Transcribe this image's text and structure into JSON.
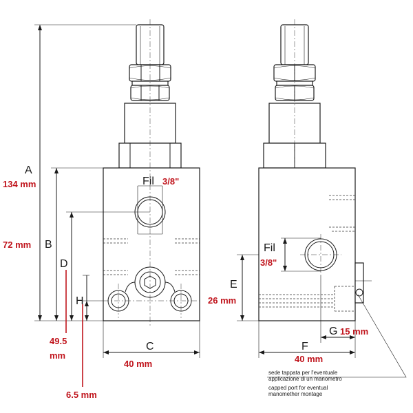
{
  "labels": {
    "A": "A",
    "B": "B",
    "C": "C",
    "D": "D",
    "E": "E",
    "F": "F",
    "G": "G",
    "H": "H",
    "fil_front": "Fil",
    "fil_side": "Fil"
  },
  "values": {
    "A": "134 mm",
    "B": "72 mm",
    "C": "40 mm",
    "D_line1": "49.5",
    "D_line2": "mm",
    "E": "26 mm",
    "F": "40 mm",
    "G": "15 mm",
    "H": "6.5 mm",
    "thread_front": "3/8\"",
    "thread_side": "3/8\""
  },
  "note": {
    "it_line1": "sede tappata per l'eventuale",
    "it_line2": "applicazione di un manometro",
    "en_line1": "capped port for eventual",
    "en_line2": "manomether montage"
  },
  "colors": {
    "dimension_red": "#c0141c",
    "line": "#1a1a1a"
  }
}
